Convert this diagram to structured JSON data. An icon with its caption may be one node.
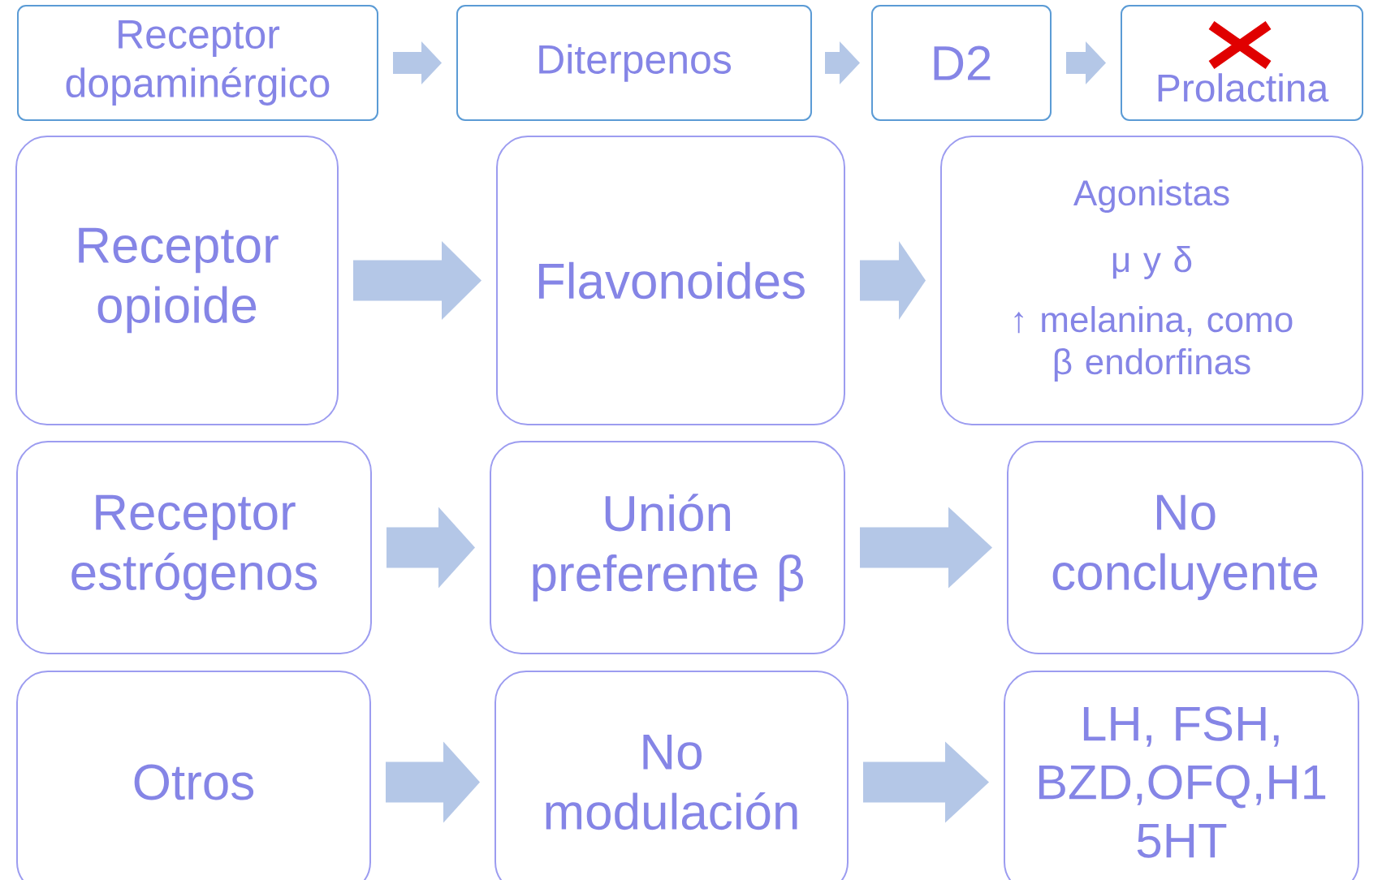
{
  "diagram": {
    "nodes": [
      {
        "text": [
          "Receptor dopaminérgico"
        ]
      },
      {
        "text": [
          "Diterpenos"
        ]
      },
      {
        "text": [
          "D2"
        ]
      },
      {
        "text": [
          "Prolactina"
        ]
      },
      {
        "text": [
          "Receptor opioide"
        ]
      },
      {
        "text": [
          "Flavonoides"
        ]
      },
      {
        "text": [
          "Agonistas",
          "μ y δ",
          "↑ melanina, como β endorfinas"
        ]
      },
      {
        "text": [
          "Receptor estrógenos"
        ]
      },
      {
        "text": [
          "Unión preferente β"
        ]
      },
      {
        "text": [
          "No concluyente"
        ]
      },
      {
        "text": [
          "Otros"
        ]
      },
      {
        "text": [
          "No modulación"
        ]
      },
      {
        "text": [
          "LH, FSH, BZD,OFQ,H1 5HT"
        ]
      }
    ],
    "edges": [
      {
        "from": 0,
        "to": 1,
        "arrow": "to"
      },
      {
        "from": 1,
        "to": 2,
        "arrow": "to"
      },
      {
        "from": 2,
        "to": 3,
        "arrow": "to"
      },
      {
        "from": 4,
        "to": 5,
        "arrow": "to"
      },
      {
        "from": 5,
        "to": 6,
        "arrow": "to"
      },
      {
        "from": 7,
        "to": 8,
        "arrow": "to"
      },
      {
        "from": 8,
        "to": 9,
        "arrow": "to"
      },
      {
        "from": 10,
        "to": 11,
        "arrow": "to"
      },
      {
        "from": 11,
        "to": 12,
        "arrow": "to"
      }
    ]
  }
}
